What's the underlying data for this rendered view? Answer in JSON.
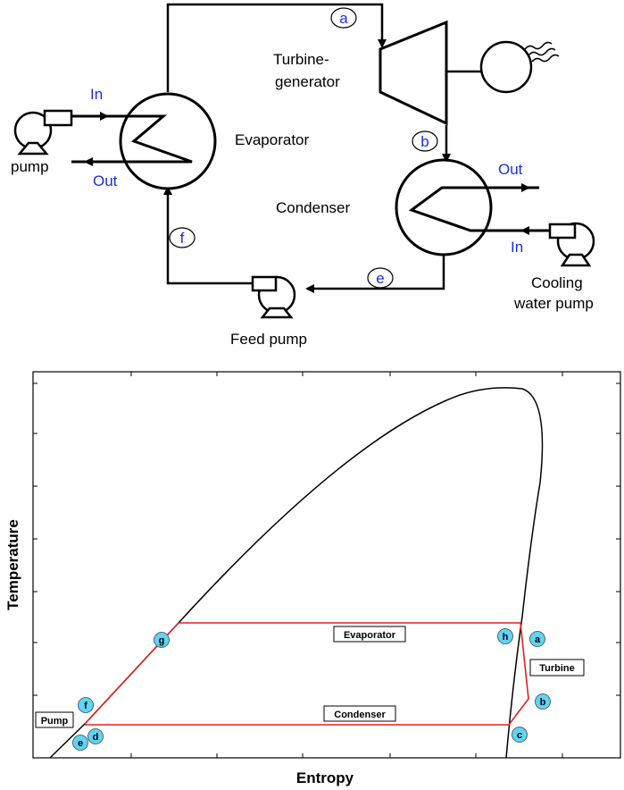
{
  "schematic": {
    "turbine_label_line1": "Turbine-",
    "turbine_label_line2": "generator",
    "evaporator_label": "Evaporator",
    "condenser_label": "Condenser",
    "pump_label": "pump",
    "feed_pump_label": "Feed pump",
    "cooling_pump_line1": "Cooling",
    "cooling_pump_line2": "water pump",
    "evap_in": "In",
    "evap_out": "Out",
    "cond_out": "Out",
    "cond_in": "In",
    "state_a": "a",
    "state_b": "b",
    "state_e": "e",
    "state_f": "f"
  },
  "ts_diagram": {
    "xlabel": "Entropy",
    "ylabel": "Temperature",
    "boxes": {
      "evaporator": "Evaporator",
      "condenser": "Condenser",
      "turbine": "Turbine",
      "pump": "Pump"
    },
    "points": {
      "a": "a",
      "b": "b",
      "c": "c",
      "d": "d",
      "e": "e",
      "f": "f",
      "g": "g",
      "h": "h"
    },
    "colors": {
      "cycle": "#e02020",
      "dome": "#000000",
      "point_fill": "#5fd4f4"
    }
  }
}
